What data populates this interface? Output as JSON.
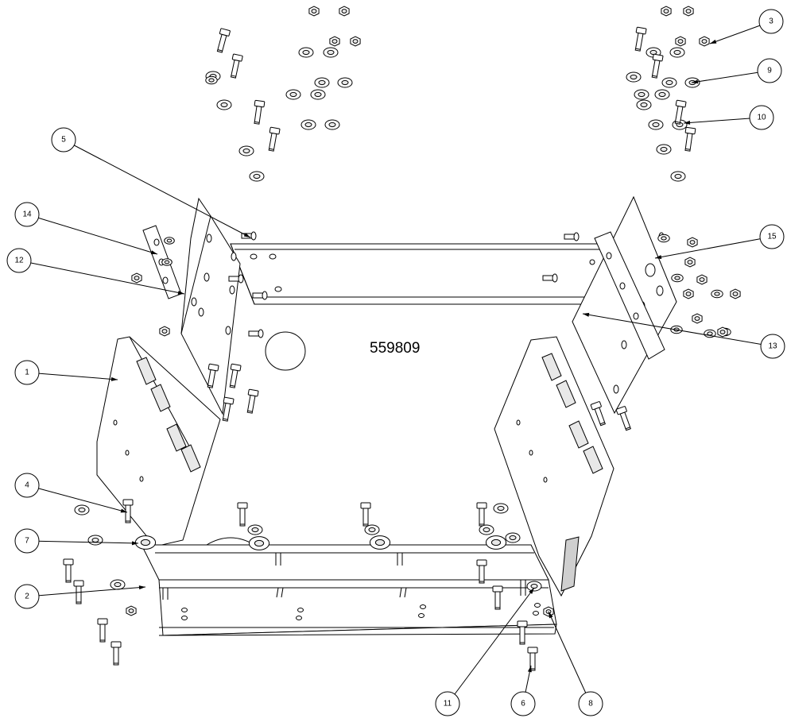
{
  "drawing": {
    "part_number": "559809"
  },
  "callouts": [
    {
      "label": "1"
    },
    {
      "label": "2"
    },
    {
      "label": "3"
    },
    {
      "label": "4"
    },
    {
      "label": "5"
    },
    {
      "label": "6"
    },
    {
      "label": "7"
    },
    {
      "label": "8"
    },
    {
      "label": "9"
    },
    {
      "label": "10"
    },
    {
      "label": "11"
    },
    {
      "label": "12"
    },
    {
      "label": "13"
    },
    {
      "label": "14"
    },
    {
      "label": "15"
    }
  ]
}
